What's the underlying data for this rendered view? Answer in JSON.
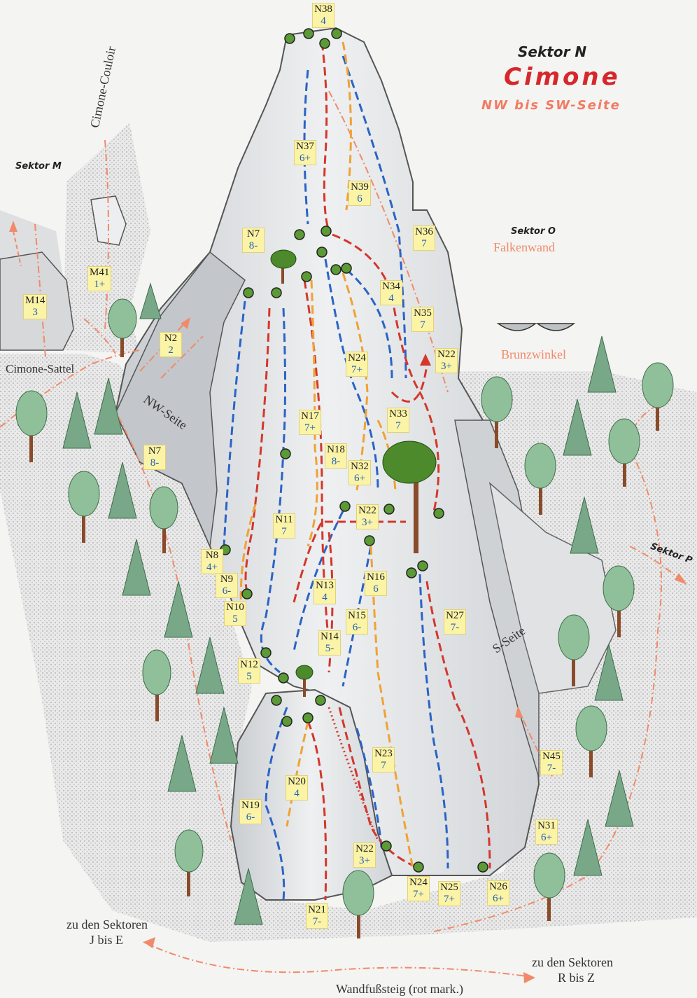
{
  "title": {
    "sector": "Sektor N",
    "name": "Cimone",
    "side": "NW bis SW-Seite"
  },
  "places": {
    "sektor_m": "Sektor M",
    "sektor_o": "Sektor O",
    "sektor_p": "Sektor P",
    "falkenwand": "Falkenwand",
    "cimone_couloir": "Cimone-Couloir",
    "cimone_sattel": "Cimone-Sattel",
    "brunzwinkel": "Brunzwinkel",
    "nw_seite": "NW-Seite",
    "s_seite": "S-Seite",
    "to_j_e_1": "zu den Sektoren",
    "to_j_e_2": "J bis E",
    "to_r_z_1": "zu den Sektoren",
    "to_r_z_2": "R bis Z",
    "wandfuss": "Wandfußsteig (rot mark.)"
  },
  "routes": [
    {
      "id": "N38",
      "grade": "4"
    },
    {
      "id": "N37",
      "grade": "6+"
    },
    {
      "id": "N39",
      "grade": "6"
    },
    {
      "id": "N7",
      "grade": "8-"
    },
    {
      "id": "N36",
      "grade": "7"
    },
    {
      "id": "N34",
      "grade": "4"
    },
    {
      "id": "N35",
      "grade": "7"
    },
    {
      "id": "N22",
      "grade": "3+"
    },
    {
      "id": "N24",
      "grade": "7+"
    },
    {
      "id": "N2",
      "grade": "2"
    },
    {
      "id": "M41",
      "grade": "1+"
    },
    {
      "id": "M14",
      "grade": "3"
    },
    {
      "id": "N17",
      "grade": "7+"
    },
    {
      "id": "N33",
      "grade": "7"
    },
    {
      "id": "N7",
      "grade": "8-"
    },
    {
      "id": "N18",
      "grade": "8-"
    },
    {
      "id": "N32",
      "grade": "6+"
    },
    {
      "id": "N22",
      "grade": "3+"
    },
    {
      "id": "N11",
      "grade": "7"
    },
    {
      "id": "N8",
      "grade": "4+"
    },
    {
      "id": "N16",
      "grade": "6"
    },
    {
      "id": "N9",
      "grade": "6-"
    },
    {
      "id": "N13",
      "grade": "4"
    },
    {
      "id": "N10",
      "grade": "5"
    },
    {
      "id": "N15",
      "grade": "6-"
    },
    {
      "id": "N27",
      "grade": "7-"
    },
    {
      "id": "N14",
      "grade": "5-"
    },
    {
      "id": "N12",
      "grade": "5"
    },
    {
      "id": "N23",
      "grade": "7"
    },
    {
      "id": "N45",
      "grade": "7-"
    },
    {
      "id": "N20",
      "grade": "4"
    },
    {
      "id": "N19",
      "grade": "6-"
    },
    {
      "id": "N31",
      "grade": "6+"
    },
    {
      "id": "N22",
      "grade": "3+"
    },
    {
      "id": "N24",
      "grade": "7+"
    },
    {
      "id": "N25",
      "grade": "7+"
    },
    {
      "id": "N26",
      "grade": "6+"
    },
    {
      "id": "N21",
      "grade": "7-"
    }
  ],
  "colors": {
    "blue_route": "#2b63c6",
    "red_route": "#d4372c",
    "orange_route": "#f0a234",
    "path": "#f08a6a",
    "title_red": "#d6282b",
    "label_bg": "#fbf3a6",
    "rock": "#e4e6e8",
    "tree": "#7fae8c"
  }
}
